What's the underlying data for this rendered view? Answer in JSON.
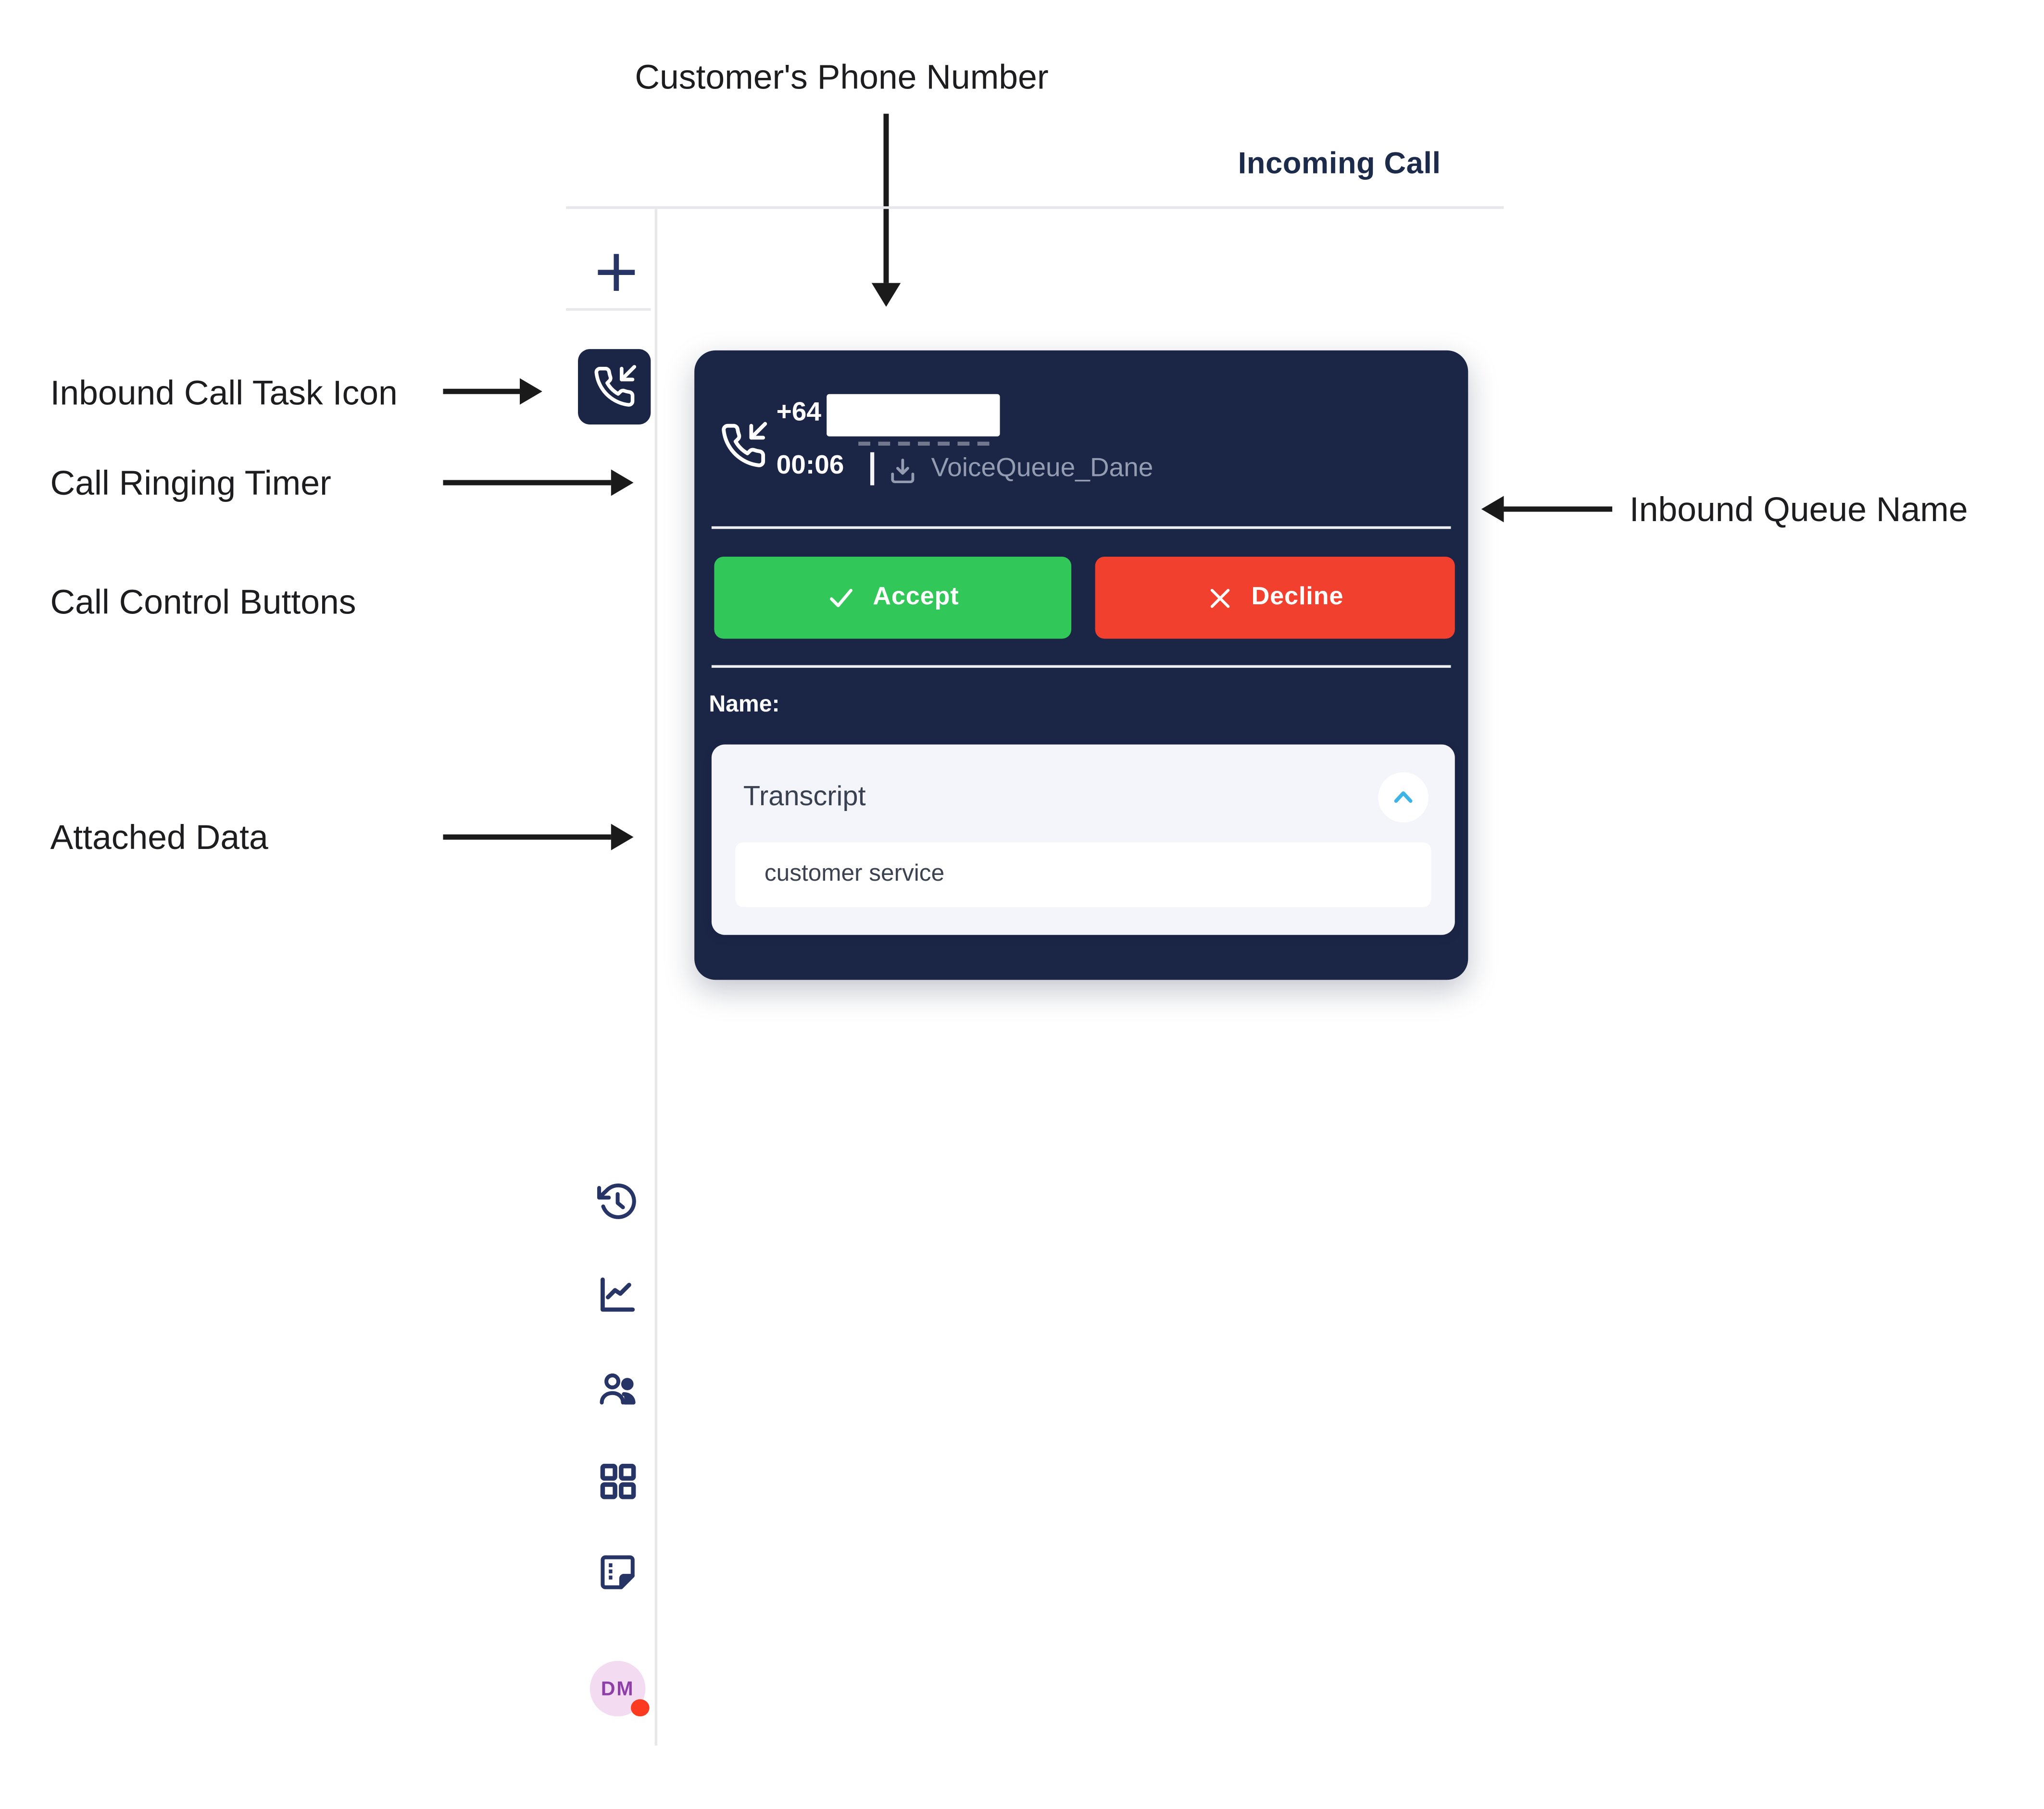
{
  "annotations": {
    "customer_phone_number": "Customer's Phone Number",
    "inbound_call_task_icon": "Inbound Call Task Icon",
    "call_ringing_timer": "Call Ringing Timer",
    "call_control_buttons": "Call Control Buttons",
    "attached_data": "Attached Data",
    "inbound_queue_name": "Inbound Queue Name"
  },
  "header": {
    "title": "Incoming Call"
  },
  "sidebar": {
    "icons": [
      {
        "name": "add-task",
        "icon": "plus-icon"
      },
      {
        "name": "inbound-call-task",
        "icon": "incoming-call-icon"
      },
      {
        "name": "history",
        "icon": "history-icon"
      },
      {
        "name": "analytics",
        "icon": "line-chart-icon"
      },
      {
        "name": "contacts",
        "icon": "people-icon"
      },
      {
        "name": "apps",
        "icon": "grid-icon"
      },
      {
        "name": "notes",
        "icon": "note-icon"
      }
    ],
    "avatar": {
      "initials": "DM"
    }
  },
  "call_card": {
    "phone_prefix": "+64",
    "ringing_timer": "00:06",
    "queue_name": "VoiceQueue_Dane",
    "accept_label": "Accept",
    "decline_label": "Decline",
    "name_label": "Name:",
    "attached_data": {
      "title": "Transcript",
      "value": "customer service"
    }
  },
  "colors": {
    "card_bg": "#1B2546",
    "accept_green": "#31C859",
    "decline_red": "#F2402F",
    "muted_text": "#939CB0",
    "chevron_blue": "#3EB3E8",
    "panel_bg": "#F4F5FA",
    "panel_text": "#39404F",
    "value_text": "#3C4250",
    "divider": "#E7E7EC",
    "annotation_text": "#1D1D1F",
    "header_text": "#1C2B4A",
    "sidebar_icon": "#273566",
    "avatar_bg": "#F3DCF2",
    "avatar_text": "#8E3FA8",
    "avatar_dot": "#FB3A20",
    "arrow_black": "#1A1A1A"
  }
}
